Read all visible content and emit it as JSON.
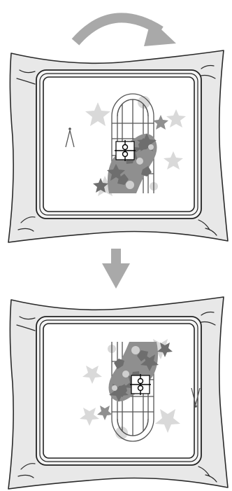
{
  "colors": {
    "fabric_fill": "#e8e8e8",
    "fabric_stroke": "#2a2a2a",
    "hoop_inner": "#ffffff",
    "arrow_gray": "#a9a9a9",
    "window_frame": "#555555",
    "leaf_dark": "#6e6e6e",
    "leaf_mid": "#8f8f8f",
    "leaf_light": "#cfcfcf",
    "petal_light": "#d9d9d9"
  },
  "icons": {
    "rotate_arrow": "curved-arrow-icon",
    "down_arrow": "down-arrow-icon",
    "needle_marker": "needle-position-icon"
  },
  "panels": [
    {
      "name": "hoop-before-rotation",
      "rotation_deg": 0
    },
    {
      "name": "hoop-after-rotation",
      "rotation_deg": 180
    }
  ]
}
